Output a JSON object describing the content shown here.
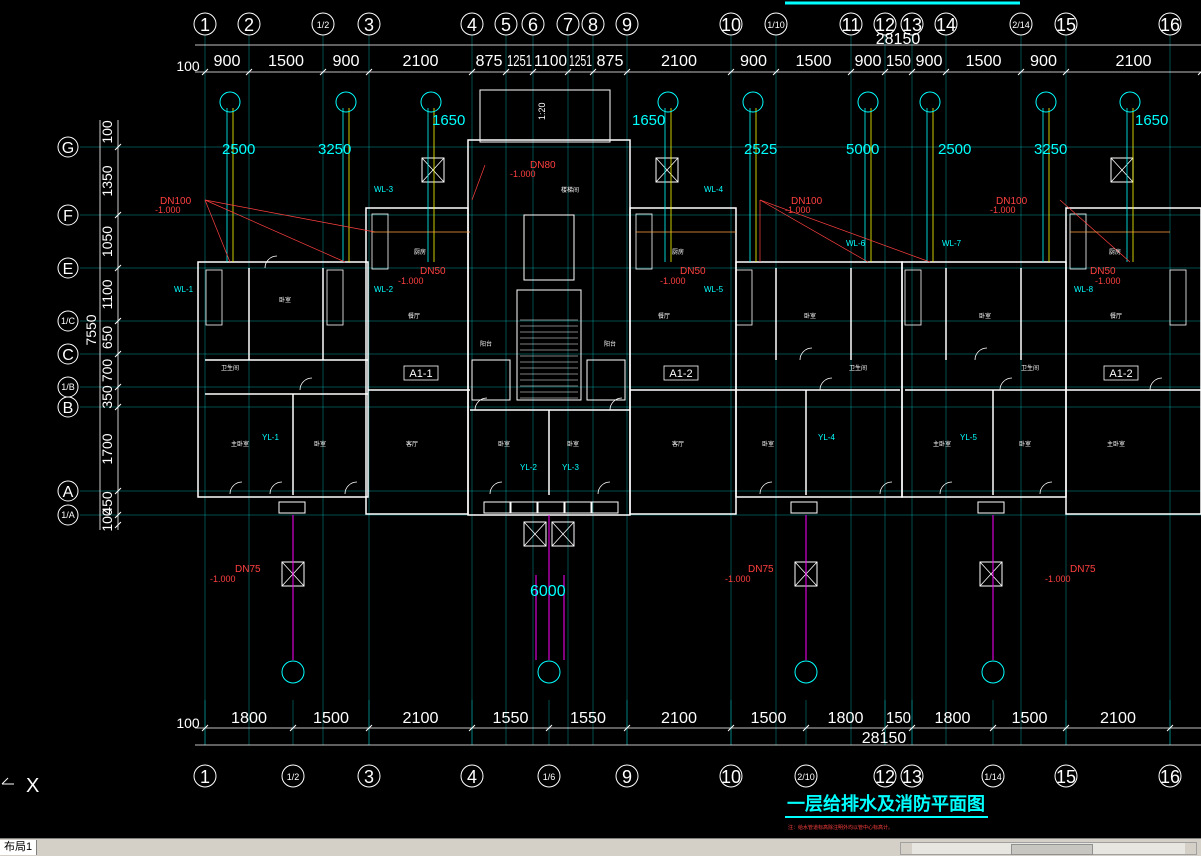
{
  "drawing": {
    "title": "一层给排水及消防平面图",
    "subtitle": "注：给水管道标高除注明外均以管中心标高计。",
    "colors": {
      "background": "#000000",
      "wall": "#ffffff",
      "grid": "#00ffff",
      "dimension": "#ffffff",
      "pipe_water": "#ffff00",
      "pipe_drain": "#ff00ff",
      "annotation": "#ff4040",
      "room_label": "#ffffff"
    },
    "top_axes": [
      "1",
      "2",
      "1/2",
      "3",
      "4",
      "5",
      "6",
      "7",
      "8",
      "9",
      "10",
      "1/10",
      "11",
      "12",
      "13",
      "14",
      "2/14",
      "15",
      "16"
    ],
    "bottom_axes": [
      "1",
      "1/2",
      "3",
      "4",
      "1/6",
      "9",
      "10",
      "2/10",
      "12",
      "13",
      "1/14",
      "15",
      "16"
    ],
    "left_axes": [
      "G",
      "F",
      "E",
      "1/C",
      "C",
      "1/B",
      "B",
      "A",
      "1/A"
    ],
    "top_dims": [
      "900",
      "1500",
      "900",
      "2100",
      "875",
      "1251",
      "1100",
      "1251",
      "875",
      "2100",
      "900",
      "1500",
      "900",
      "150",
      "900",
      "1500",
      "900",
      "2100"
    ],
    "top_total": "28150",
    "bottom_dims": [
      "1800",
      "1500",
      "2100",
      "1550",
      "1550",
      "2100",
      "1500",
      "1800",
      "150",
      "1800",
      "1500",
      "2100"
    ],
    "bottom_total": "28150",
    "left_dims": [
      "1350",
      "1050",
      "1100",
      "650",
      "700",
      "350",
      "1700",
      "450",
      "100"
    ],
    "left_total": "7550",
    "edge_dim_top": "100",
    "edge_dim_bottom": "100",
    "edge_dim_left": "100",
    "units": [
      "A1-1",
      "A1-2",
      "A1-2"
    ],
    "riser_labels": [
      "WL-1",
      "WL-2",
      "WL-3",
      "WL-4",
      "WL-5",
      "WL-6",
      "WL-7",
      "WL-8",
      "YL-1",
      "YL-2",
      "YL-3",
      "YL-4",
      "YL-5"
    ],
    "pipe_notes": {
      "dn100": "DN100",
      "dn80": "DN80",
      "dn75": "DN75",
      "dn50": "DN50",
      "elev_neg": "-1.000"
    },
    "spacing_marks": [
      "2500",
      "3250",
      "1650",
      "2525",
      "5000",
      "1650",
      "6000"
    ],
    "stair_mark": "1:20",
    "rooms": [
      "卧室",
      "主卧室",
      "客厅",
      "厨房",
      "卫生间",
      "餐厅",
      "阳台",
      "楼梯间"
    ],
    "ucs_label": "X",
    "tab_label": "布局1"
  }
}
